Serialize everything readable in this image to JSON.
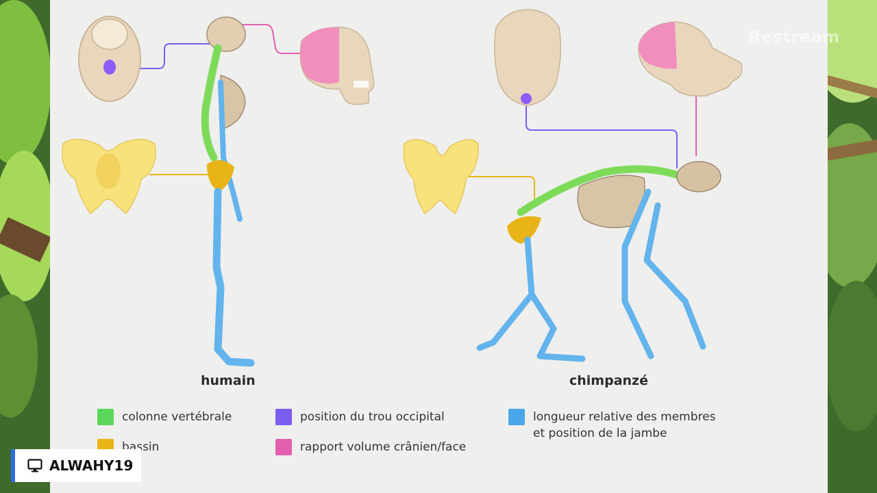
{
  "watermark": "Restream",
  "labels": {
    "human": "humain",
    "chimp": "chimpanzé"
  },
  "legend": [
    {
      "text": [
        "colonne vertébrale"
      ],
      "color": "#5bd85b"
    },
    {
      "text": [
        "position du trou occipital"
      ],
      "color": "#7b5cf0"
    },
    {
      "text": [
        "longueur relative des membres",
        "et position de la jambe"
      ],
      "color": "#4aa7ea"
    },
    {
      "text": [
        "bassin"
      ],
      "color": "#e8b418"
    },
    {
      "text": [
        "rapport volume crânien/face"
      ],
      "color": "#e35fae"
    }
  ],
  "overlay": {
    "streamer_name": "ALWAHY19",
    "icon": "monitor-icon"
  },
  "colors": {
    "spine": "#7edb5a",
    "pelvis": "#f2c64a",
    "pelvis_light": "#f8e27c",
    "limbs": "#63b4ec",
    "bone": "#e7d2b4",
    "bone_dark": "#b79f82",
    "occipital": "#8b5cf6",
    "cranial": "#f08fbd"
  }
}
